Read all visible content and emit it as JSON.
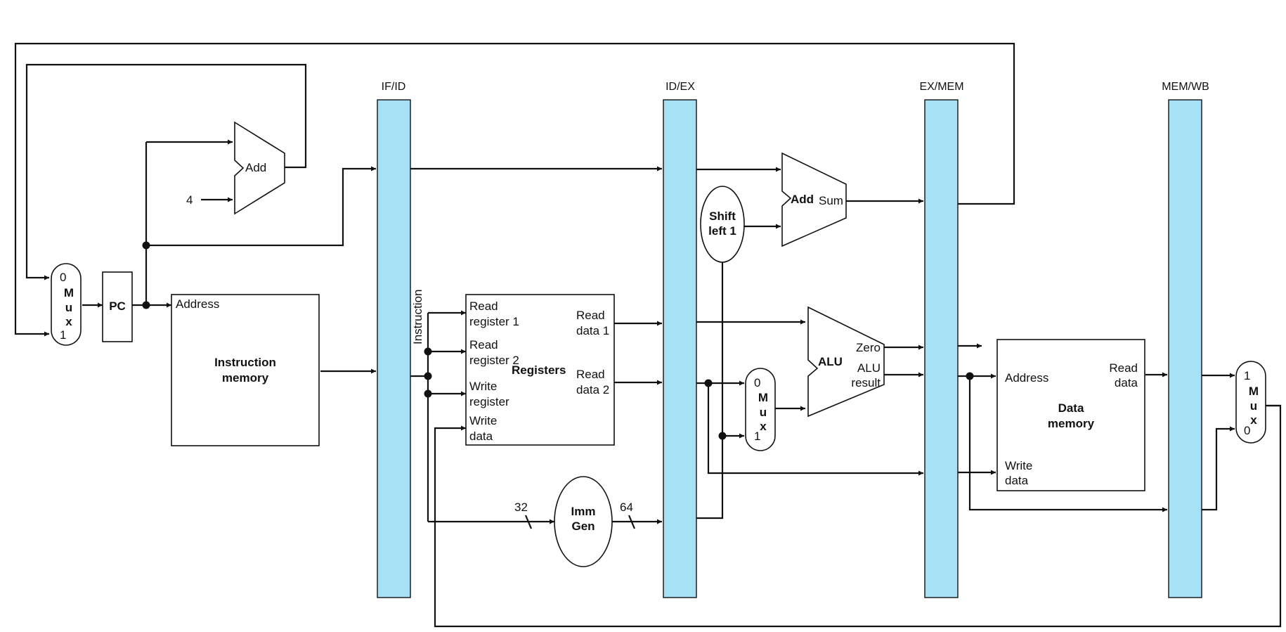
{
  "colors": {
    "pipeline_register": "#a6e1f6",
    "wire": "#111111"
  },
  "pipeline_registers": [
    "IF/ID",
    "ID/EX",
    "EX/MEM",
    "MEM/WB"
  ],
  "pc": {
    "label": "PC"
  },
  "pc_adder": {
    "label": "Add",
    "constant": "4"
  },
  "instruction_memory": {
    "address": "Address",
    "title_line1": "Instruction",
    "title_line2": "memory"
  },
  "instruction_label": "Instruction",
  "registers": {
    "title": "Registers",
    "read_reg1": [
      "Read",
      "register 1"
    ],
    "read_reg2": [
      "Read",
      "register 2"
    ],
    "write_reg": [
      "Write",
      "register"
    ],
    "write_data": [
      "Write",
      "data"
    ],
    "read_data1": [
      "Read",
      "data 1"
    ],
    "read_data2": [
      "Read",
      "data 2"
    ]
  },
  "imm_gen": {
    "line1": "Imm",
    "line2": "Gen",
    "in_width": "32",
    "out_width": "64"
  },
  "shift_left": {
    "line1": "Shift",
    "line2": "left 1"
  },
  "branch_adder": {
    "label": "Add",
    "output": "Sum"
  },
  "alu": {
    "label": "ALU",
    "zero": "Zero",
    "result_line1": "ALU",
    "result_line2": "result"
  },
  "data_memory": {
    "address": "Address",
    "read_data": [
      "Read",
      "data"
    ],
    "write_data": [
      "Write",
      "data"
    ],
    "title_line1": "Data",
    "title_line2": "memory"
  },
  "mux_pc": {
    "top": "0",
    "letters": [
      "M",
      "u",
      "x"
    ],
    "bottom": "1"
  },
  "mux_alu": {
    "top": "0",
    "letters": [
      "M",
      "u",
      "x"
    ],
    "bottom": "1"
  },
  "mux_wb": {
    "top": "1",
    "letters": [
      "M",
      "u",
      "x"
    ],
    "bottom": "0"
  }
}
